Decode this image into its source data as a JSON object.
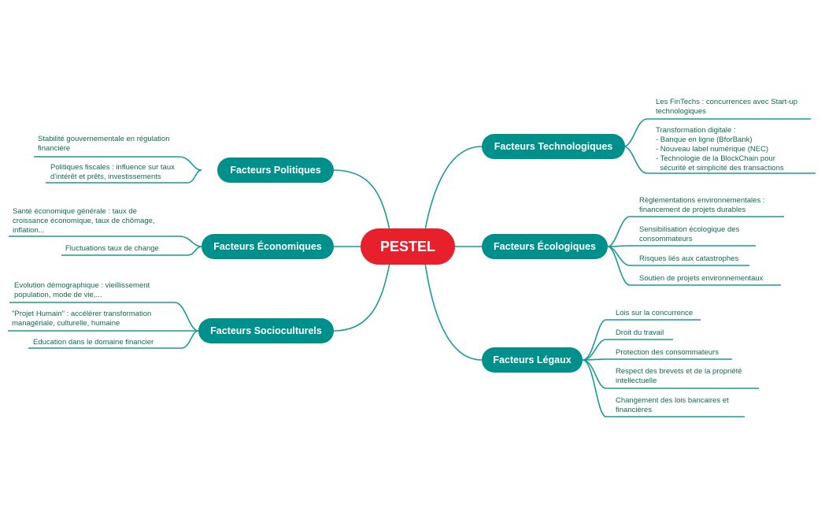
{
  "center": "PESTEL",
  "branches": {
    "politiques": {
      "label": "Facteurs Politiques",
      "items": [
        "Stabilité gouvernementale en régulation\nfinancière",
        "Politiques fiscales : influence sur taux\nd'intérêt et prêts, investissements"
      ]
    },
    "economiques": {
      "label": "Facteurs Économiques",
      "items": [
        "Santé économique générale : taux de\ncroissance économique, taux de chômage,\ninflation...",
        "Fluctuations taux de change"
      ]
    },
    "socioculturels": {
      "label": "Facteurs Socioculturels",
      "items": [
        "Evolution démographique : vieillissement\npopulation, mode de vie,...",
        "\"Projet Humain\" : accélérer transformation\nmanagériale, culturelle, humaine",
        "Education dans le domaine financier"
      ]
    },
    "technologiques": {
      "label": "Facteurs Technologiques",
      "items": [
        "Les FinTechs : concurrences avec Start-up\ntechnologiques",
        "Transformation digitale :\n- Banque en ligne (BforBank)\n- Nouveau label numérique (NEC)\n- Technologie de la BlockChain pour\n  sécurité et simplicité des transactions"
      ]
    },
    "ecologiques": {
      "label": "Facteurs Écologiques",
      "items": [
        "Règlementations environnementales :\nfinancement de projets durables",
        "Sensibilisation écologique des\nconsommateurs",
        "Risques liés aux catastrophes",
        "Soutien de projets environnementaux"
      ]
    },
    "legaux": {
      "label": "Facteurs Légaux",
      "items": [
        "Lois sur la concurrence",
        "Droit du travail",
        "Protection des consommateurs",
        "Respect des brevets et de la propriété\nintellectuelle",
        "Changement des lois bancaires et\nfinancières"
      ]
    }
  },
  "colors": {
    "center": "#e8202c",
    "branch": "#00908c",
    "line": "#1a9a94",
    "leaf_text": "#136a55"
  }
}
